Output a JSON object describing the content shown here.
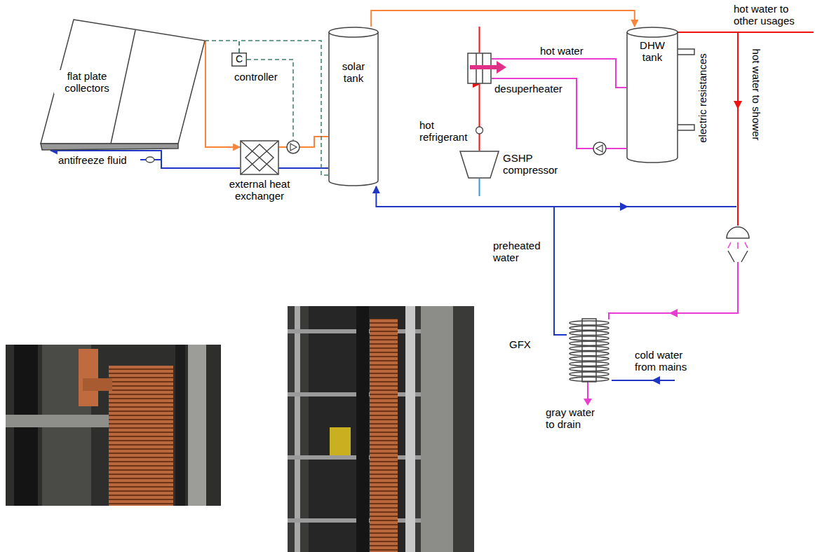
{
  "diagram": {
    "nodes": [
      {
        "text": [
          "flat plate collectors"
        ]
      },
      {
        "text": [
          "C",
          "controller"
        ]
      },
      {
        "text": [
          "external heat exchanger"
        ]
      },
      {
        "text": [
          "solar tank"
        ]
      },
      {
        "text": [
          "desuperheater"
        ]
      },
      {
        "text": [
          "GSHP compressor"
        ]
      },
      {
        "text": [
          "DHW tank"
        ]
      },
      {
        "text": [
          "GFX"
        ]
      }
    ],
    "edges": [
      {
        "from": 0,
        "to": 2,
        "arrow": "to"
      },
      {
        "from": 2,
        "to": 0,
        "arrow": "to"
      },
      {
        "from": 2,
        "to": 3,
        "arrow": "none"
      },
      {
        "from": 3,
        "to": 2,
        "arrow": "to"
      },
      {
        "from": 3,
        "to": 6,
        "arrow": "to"
      },
      {
        "from": 5,
        "to": 4,
        "arrow": "to"
      },
      {
        "from": 4,
        "to": 6,
        "arrow": "none"
      },
      {
        "from": 6,
        "to": 4,
        "arrow": "none"
      },
      {
        "from": 7,
        "to": 3,
        "arrow": "to"
      },
      {
        "from": 1,
        "to": 0,
        "arrow": "none"
      },
      {
        "from": 1,
        "to": 3,
        "arrow": "none"
      }
    ],
    "labels": [
      "antifreeze fluid",
      "hot water",
      "hot refrigerant",
      "electric resistances",
      "hot water to other usages",
      "hot water to shower",
      "preheated water",
      "cold water from mains",
      "gray water to drain"
    ]
  }
}
